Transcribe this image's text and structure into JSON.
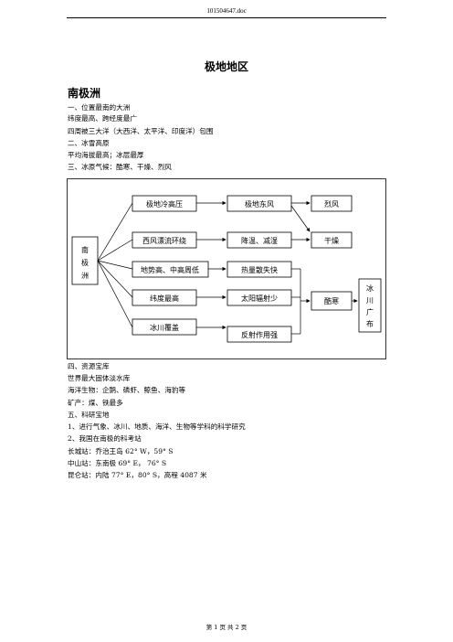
{
  "header": {
    "filename": "101504647.doc"
  },
  "title": "极地地区",
  "section_title": "南极洲",
  "lines_top": [
    "一、位置最南的大洲",
    "纬度最高、跨经度最广",
    "四周被三大洋（大西洋、太平洋、印度洋）包围",
    "二、冰雪高原",
    "平均海拔最高；冰层最厚",
    "三、冰原气候：酷寒、干燥、烈风"
  ],
  "diagram": {
    "left_box": [
      "南",
      "极",
      "洲"
    ],
    "causes": [
      "极地冷高压",
      "西风漂流环绕",
      "地势高、中高周低",
      "纬度最高",
      "冰川覆盖"
    ],
    "mid": [
      "极地东风",
      "降温、减湿",
      "热量散失快",
      "太阳辐射少",
      "反射作用强"
    ],
    "results": [
      "烈风",
      "干燥",
      "酷寒"
    ],
    "final": [
      "冰",
      "川",
      "广",
      "布"
    ]
  },
  "lines_bottom": [
    "四、资源宝库",
    "世界最大固体淡水库",
    "海洋生物：企鹅、磷虾、鲸鱼、海豹等",
    "矿产：煤、铁最多",
    "五、科研宝地",
    "1、进行气象、冰川、地质、海洋、生物等学科的科学研究",
    "2、我国在南极的科考站",
    "长城站：乔治王岛 62° W，59° S",
    "中山站：东南极 69° E， 76° S",
    "昆仑站：内陆 77° E，80° S，高程 4087 米"
  ],
  "footer": "第 1 页 共 2 页"
}
